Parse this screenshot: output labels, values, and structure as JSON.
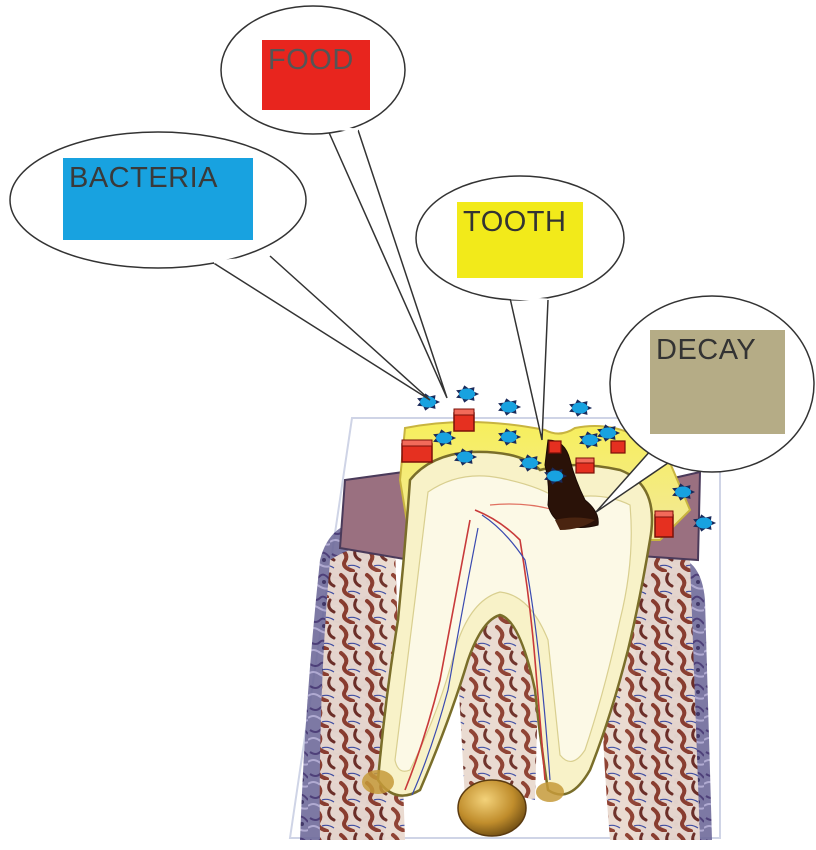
{
  "labels": {
    "food": {
      "text": "FOOD",
      "color": "#e8251e",
      "text_color": "#555555"
    },
    "bacteria": {
      "text": "BACTERIA",
      "color": "#18a2e0",
      "text_color": "#3a3a3a"
    },
    "tooth": {
      "text": "TOOTH",
      "color": "#f2ea1a",
      "text_color": "#333333"
    },
    "decay": {
      "text": "DECAY",
      "color": "#b5ac86",
      "text_color": "#333333"
    }
  },
  "colors": {
    "enamel": "#f6ee6a",
    "dentin": "#faf6da",
    "pulp": "#fdfbe8",
    "gum": "#8a4a3a",
    "bone": "#6b5b8a",
    "decay": "#2a1208",
    "apex": "#b8862a"
  }
}
